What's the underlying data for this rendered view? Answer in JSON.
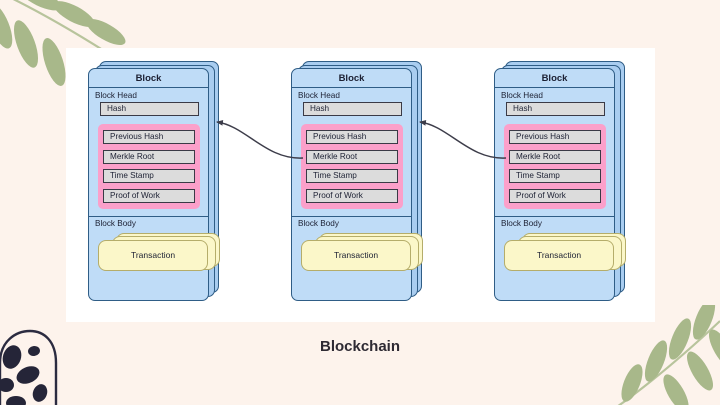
{
  "caption": "Blockchain",
  "colors": {
    "background": "#fdf3ec",
    "panel": "#ffffff",
    "block_fill": "#bfdcf7",
    "block_stroke": "#2f5d86",
    "pink_highlight": "#fba0ca",
    "field_fill": "#dcdcdc",
    "field_stroke": "#3a3a46",
    "transaction_fill": "#fbf7c9",
    "transaction_stroke": "#b5ad6a",
    "leaf_green": "#a8b88a",
    "spot_navy": "#2b2b40",
    "text": "#1c2033",
    "caption_text": "#2e2a33"
  },
  "blocks": [
    {
      "title": "Block",
      "head_label": "Block Head",
      "hash_field": "Hash",
      "highlighted_fields": [
        "Previous Hash",
        "Merkle Root",
        "Time Stamp",
        "Proof of Work"
      ],
      "body_label": "Block Body",
      "transaction_label": "Transaction"
    },
    {
      "title": "Block",
      "head_label": "Block Head",
      "hash_field": "Hash",
      "highlighted_fields": [
        "Previous Hash",
        "Merkle Root",
        "Time Stamp",
        "Proof of Work"
      ],
      "body_label": "Block Body",
      "transaction_label": "Transaction"
    },
    {
      "title": "Block",
      "head_label": "Block Head",
      "hash_field": "Hash",
      "highlighted_fields": [
        "Previous Hash",
        "Merkle Root",
        "Time Stamp",
        "Proof of Work"
      ],
      "body_label": "Block Body",
      "transaction_label": "Transaction"
    }
  ],
  "connectors": [
    {
      "from": "block-2-previous-hash",
      "to": "block-1-hash",
      "direction": "right-to-left"
    },
    {
      "from": "block-3-previous-hash",
      "to": "block-2-hash",
      "direction": "right-to-left"
    }
  ],
  "decorations": [
    {
      "name": "leaf-branch-top-left",
      "color": "#a8b88a"
    },
    {
      "name": "leaf-branch-bottom-right",
      "color": "#a8b88a"
    },
    {
      "name": "spotted-arch-bottom-left",
      "color": "#2b2b40"
    }
  ]
}
